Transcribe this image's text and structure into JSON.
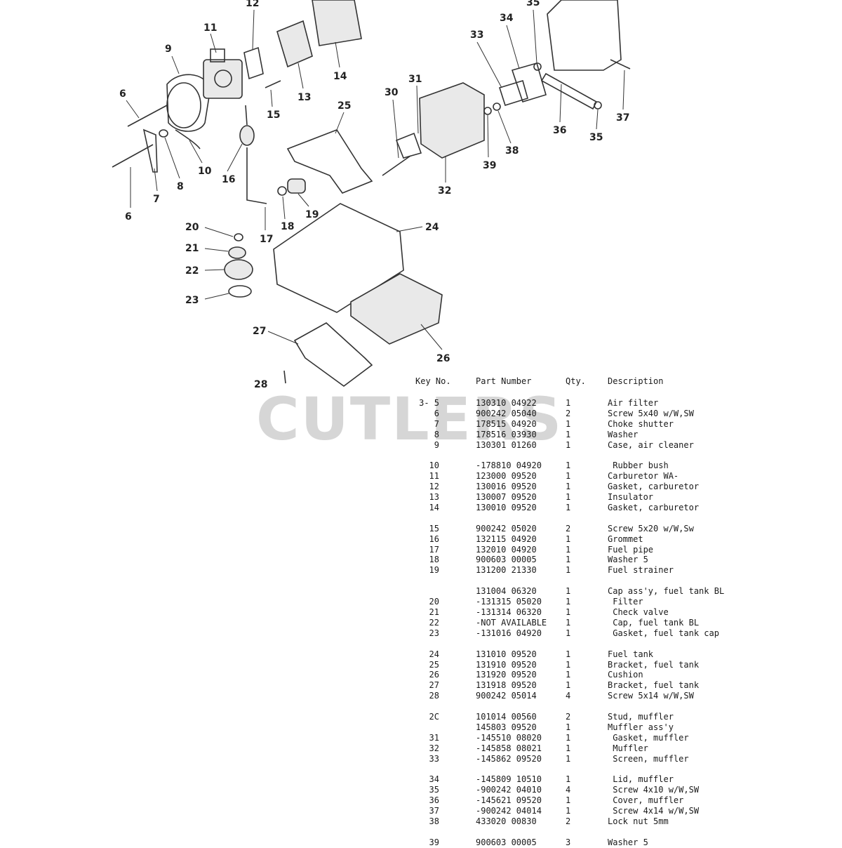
{
  "watermark": "CUTLERS",
  "diagram": {
    "callouts": [
      "6",
      "6",
      "7",
      "8",
      "9",
      "10",
      "11",
      "12",
      "13",
      "14",
      "15",
      "16",
      "17",
      "18",
      "19",
      "20",
      "21",
      "22",
      "23",
      "24",
      "25",
      "26",
      "27",
      "28",
      "30",
      "31",
      "32",
      "33",
      "34",
      "35",
      "35",
      "36",
      "37",
      "38",
      "39"
    ]
  },
  "table": {
    "headers": {
      "key": "Key No.",
      "part": "Part Number",
      "qty": "Qty.",
      "desc": "Description"
    },
    "groups": [
      [
        {
          "key": "3- 5",
          "part": "130310 04922",
          "qty": "1",
          "desc": "Air filter"
        },
        {
          "key": "6",
          "part": "900242 05040",
          "qty": "2",
          "desc": "Screw 5x40 w/W,SW"
        },
        {
          "key": "7",
          "part": "178515 04920",
          "qty": "1",
          "desc": "Choke shutter"
        },
        {
          "key": "8",
          "part": "178516 03930",
          "qty": "1",
          "desc": "Washer"
        },
        {
          "key": "9",
          "part": "130301 01260",
          "qty": "1",
          "desc": "Case, air cleaner"
        }
      ],
      [
        {
          "key": "10",
          "part": "-178810 04920",
          "qty": "1",
          "desc": " Rubber bush"
        },
        {
          "key": "11",
          "part": "123000 09520",
          "qty": "1",
          "desc": "Carburetor WA-"
        },
        {
          "key": "12",
          "part": "130016 09520",
          "qty": "1",
          "desc": "Gasket, carburetor"
        },
        {
          "key": "13",
          "part": "130007 09520",
          "qty": "1",
          "desc": "Insulator"
        },
        {
          "key": "14",
          "part": "130010 09520",
          "qty": "1",
          "desc": "Gasket, carburetor"
        }
      ],
      [
        {
          "key": "15",
          "part": "900242 05020",
          "qty": "2",
          "desc": "Screw 5x20 w/W,Sw"
        },
        {
          "key": "16",
          "part": "132115 04920",
          "qty": "1",
          "desc": "Grommet"
        },
        {
          "key": "17",
          "part": "132010 04920",
          "qty": "1",
          "desc": "Fuel pipe"
        },
        {
          "key": "18",
          "part": "900603 00005",
          "qty": "1",
          "desc": "Washer 5"
        },
        {
          "key": "19",
          "part": "131200 21330",
          "qty": "1",
          "desc": "Fuel strainer"
        }
      ],
      [
        {
          "key": "",
          "part": "131004 06320",
          "qty": "1",
          "desc": "Cap ass'y, fuel tank BL"
        },
        {
          "key": "20",
          "part": "-131315 05020",
          "qty": "1",
          "desc": " Filter"
        },
        {
          "key": "21",
          "part": "-131314 06320",
          "qty": "1",
          "desc": " Check valve"
        },
        {
          "key": "22",
          "part": "-NOT AVAILABLE",
          "qty": "1",
          "desc": " Cap, fuel tank BL"
        },
        {
          "key": "23",
          "part": "-131016 04920",
          "qty": "1",
          "desc": " Gasket, fuel tank cap"
        }
      ],
      [
        {
          "key": "24",
          "part": "131010 09520",
          "qty": "1",
          "desc": "Fuel tank"
        },
        {
          "key": "25",
          "part": "131910 09520",
          "qty": "1",
          "desc": "Bracket, fuel tank"
        },
        {
          "key": "26",
          "part": "131920 09520",
          "qty": "1",
          "desc": "Cushion"
        },
        {
          "key": "27",
          "part": "131918 09520",
          "qty": "1",
          "desc": "Bracket, fuel tank"
        },
        {
          "key": "28",
          "part": "900242 05014",
          "qty": "4",
          "desc": "Screw 5x14 w/W,SW"
        }
      ],
      [
        {
          "key": "2C",
          "part": "101014 00560",
          "qty": "2",
          "desc": "Stud, muffler"
        },
        {
          "key": "",
          "part": "145803 09520",
          "qty": "1",
          "desc": "Muffler ass'y"
        },
        {
          "key": "31",
          "part": "-145510 08020",
          "qty": "1",
          "desc": " Gasket, muffler"
        },
        {
          "key": "32",
          "part": "-145858 08021",
          "qty": "1",
          "desc": " Muffler"
        },
        {
          "key": "33",
          "part": "-145862 09520",
          "qty": "1",
          "desc": " Screen, muffler"
        }
      ],
      [
        {
          "key": "34",
          "part": "-145809 10510",
          "qty": "1",
          "desc": " Lid, muffler"
        },
        {
          "key": "35",
          "part": "-900242 04010",
          "qty": "4",
          "desc": " Screw 4x10 w/W,SW"
        },
        {
          "key": "36",
          "part": "-145621 09520",
          "qty": "1",
          "desc": " Cover, muffler"
        },
        {
          "key": "37",
          "part": "-900242 04014",
          "qty": "1",
          "desc": " Screw 4x14 w/W,SW"
        },
        {
          "key": "38",
          "part": "433020 00830",
          "qty": "2",
          "desc": "Lock nut 5mm"
        }
      ],
      [
        {
          "key": "39",
          "part": "900603 00005",
          "qty": "3",
          "desc": "Washer 5"
        }
      ]
    ]
  }
}
